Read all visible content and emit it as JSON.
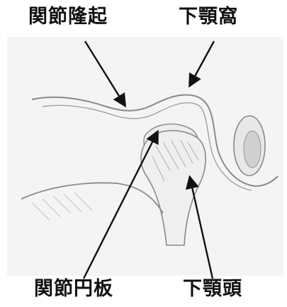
{
  "labels": {
    "articular_eminence": "関節隆起",
    "mandibular_fossa": "下顎窩",
    "articular_disc": "関節円板",
    "mandibular_condyle": "下顎頭"
  },
  "colors": {
    "label_text": "#111111",
    "arrow": "#111111",
    "sketch_background": "#f4f4f4",
    "pencil": "#8a8a8a"
  }
}
